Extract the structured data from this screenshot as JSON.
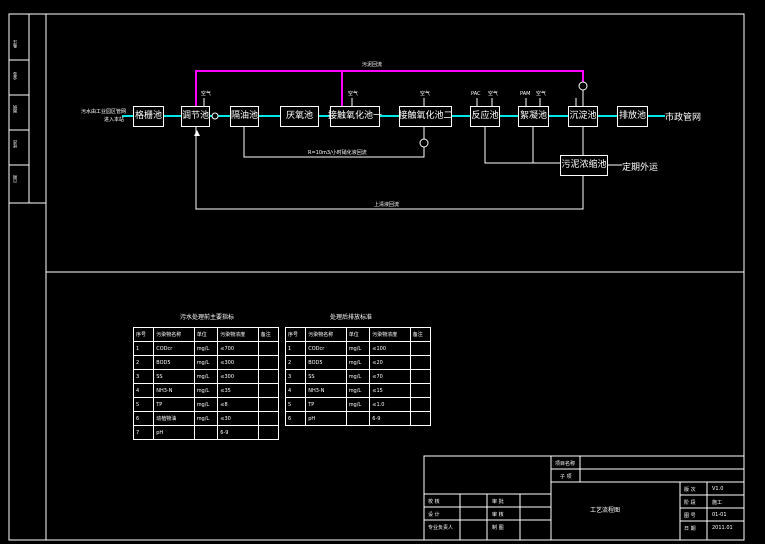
{
  "diagram": {
    "title": "污泥回流",
    "units": [
      {
        "id": "grit",
        "label": "格栅池"
      },
      {
        "id": "equal",
        "label": "调节池"
      },
      {
        "id": "oil",
        "label": "隔油池"
      },
      {
        "id": "anaer",
        "label": "厌氧池"
      },
      {
        "id": "co1",
        "label": "接触氧化池一"
      },
      {
        "id": "co2",
        "label": "接触氧化池二"
      },
      {
        "id": "react",
        "label": "反应池"
      },
      {
        "id": "floc",
        "label": "絮凝池"
      },
      {
        "id": "sedi",
        "label": "沉淀池"
      },
      {
        "id": "disc",
        "label": "排放池"
      },
      {
        "id": "sludge",
        "label": "污泥浓缩池"
      }
    ],
    "inlet_label_1": "污水由工业园区管网",
    "inlet_label_2": "进入本站",
    "outlet_label": "市政管网",
    "sludge_out_label": "定期外运",
    "return_label": "上清液回流",
    "recycle_label": "R=10m3/小时硝化液回流",
    "air_labels": [
      "空气",
      "空气",
      "空气",
      "PAC",
      "空气",
      "PAM",
      "空气"
    ],
    "colors": {
      "water": "#00e5e5",
      "sludge": "#ff00ff",
      "line": "#ffffff"
    }
  },
  "table1": {
    "title": "污水处理前主要指标",
    "headers": [
      "序号",
      "污染物名称",
      "单位",
      "污染物浓度",
      "备注"
    ],
    "rows": [
      [
        "1",
        "CODcr",
        "mg/L",
        "≤700",
        ""
      ],
      [
        "2",
        "BOD5",
        "mg/L",
        "≤300",
        ""
      ],
      [
        "3",
        "SS",
        "mg/L",
        "≤300",
        ""
      ],
      [
        "4",
        "NH3-N",
        "mg/L",
        "≤35",
        ""
      ],
      [
        "5",
        "TP",
        "mg/L",
        "≤8",
        ""
      ],
      [
        "6",
        "动植物油",
        "mg/L",
        "≤30",
        ""
      ],
      [
        "7",
        "pH",
        "",
        "6-9",
        ""
      ]
    ]
  },
  "table2": {
    "title": "处理后排放标准",
    "headers": [
      "序号",
      "污染物名称",
      "单位",
      "污染物浓度",
      "备注"
    ],
    "rows": [
      [
        "1",
        "CODcr",
        "mg/L",
        "≤100",
        ""
      ],
      [
        "2",
        "BOD5",
        "mg/L",
        "≤20",
        ""
      ],
      [
        "3",
        "SS",
        "mg/L",
        "≤70",
        ""
      ],
      [
        "4",
        "NH3-N",
        "mg/L",
        "≤15",
        ""
      ],
      [
        "5",
        "TP",
        "mg/L",
        "≤1.0",
        ""
      ],
      [
        "6",
        "pH",
        "",
        "6-9",
        ""
      ]
    ]
  },
  "titleblock": {
    "project_name_label": "项目名称",
    "sub_label": "子  项",
    "drawing_name": "工艺流程图",
    "rows_left": [
      {
        "k": "校  核",
        "v": "审  批"
      },
      {
        "k": "设  计",
        "v": "审  核"
      },
      {
        "k": "专业负责人",
        "v": "制  图"
      }
    ],
    "rows_right": [
      {
        "k": "版  次",
        "v": "V1.0"
      },
      {
        "k": "阶  段",
        "v": "施工"
      },
      {
        "k": "图  号",
        "v": "01-01"
      },
      {
        "k": "日  期",
        "v": "2011.01"
      }
    ]
  },
  "strip_labels": [
    "备注",
    "会签",
    "图例",
    "修改",
    "日期"
  ]
}
